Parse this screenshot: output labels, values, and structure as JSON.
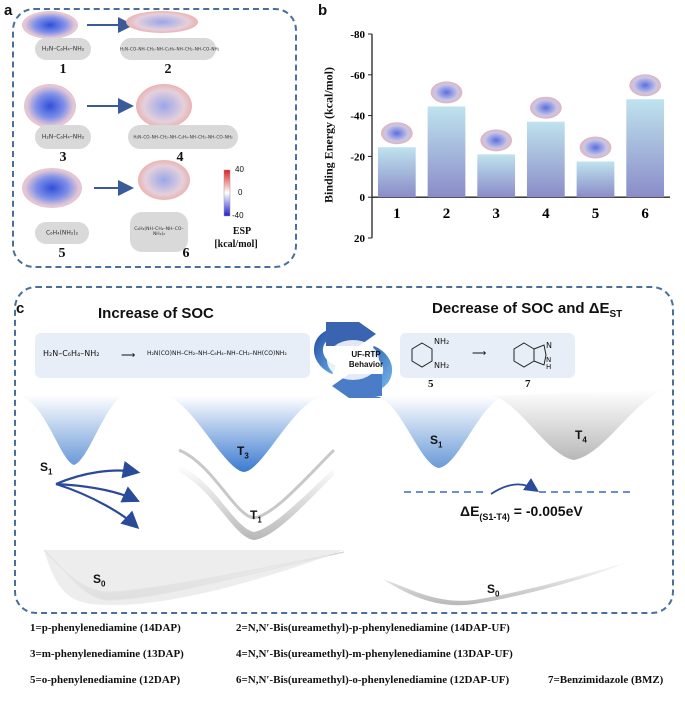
{
  "panel_a": {
    "letter": "a",
    "rows": [
      {
        "left_label": "1",
        "right_label": "2",
        "left_struct": "H₂N–C₆H₄–NH₂",
        "right_struct": "H₂N–CO–NH–CH₂–NH–C₆H₄–NH–CH₂–NH–CO–NH₂"
      },
      {
        "left_label": "3",
        "right_label": "4",
        "left_struct": "H₂N–C₆H₄–NH₂",
        "right_struct": "H₂N–CO–NH–CH₂–NH–C₆H₄–NH–CH₂–NH–CO–NH₂"
      },
      {
        "left_label": "5",
        "right_label": "6",
        "left_struct": "C₆H₄(NH₂)₂",
        "right_struct": "C₆H₄(NH–CH₂–NH–CO–NH₂)₂"
      }
    ],
    "esp": {
      "max": "40",
      "mid": "0",
      "min": "-40",
      "title": "ESP",
      "unit": "[kcal/mol]"
    }
  },
  "panel_b": {
    "letter": "b"
  },
  "chart_data": {
    "type": "bar",
    "categories": [
      "1",
      "2",
      "3",
      "4",
      "5",
      "6"
    ],
    "values": [
      -24.5,
      -44.5,
      -21,
      -37,
      -17.5,
      -48
    ],
    "ylabel": "Binding Energy (kcal/mol)",
    "ylim": [
      20,
      -80
    ],
    "yticks": [
      "-80",
      "-60",
      "-40",
      "-20",
      "0",
      "20"
    ],
    "bar_color_top": "#bfe3ee",
    "bar_color_bottom": "#8a8cc8"
  },
  "panel_c": {
    "letter": "c",
    "left_title": "Increase of SOC",
    "right_title": "Decrease of SOC and ΔE",
    "right_title_sub": "ST",
    "cycle_line1": "UF-RTP",
    "cycle_line2": "Behavior",
    "left_scheme_left": "H₂N–C₆H₄–NH₂",
    "left_scheme_right": "H₂N(CO)NH–CH₂–NH–C₆H₄–NH–CH₂–NH(CO)NH₂",
    "right_scheme_label_left": "5",
    "right_scheme_label_right": "7",
    "right_scheme_nh2": "NH₂",
    "right_scheme_n": "N",
    "right_scheme_nh": "N\nH",
    "states": {
      "s1": "S",
      "t3": "T",
      "t1": "T",
      "s0": "S",
      "s1b": "S",
      "t4": "T",
      "s0b": "S"
    },
    "state_subs": {
      "s1": "1",
      "t3": "3",
      "t1": "1",
      "s0": "0",
      "s1b": "1",
      "t4": "4",
      "s0b": "0"
    },
    "delta_label": "ΔE",
    "delta_sub": "(S1-T4)",
    "delta_value": " = -0.005eV"
  },
  "legend": {
    "row1_col1": "1=p-phenylenediamine (14DAP)",
    "row1_col2": "2=N,N′-Bis(ureamethyl)-p-phenylenediamine (14DAP-UF)",
    "row2_col1": "3=m-phenylenediamine (13DAP)",
    "row2_col2": "4=N,N′-Bis(ureamethyl)-m-phenylenediamine (13DAP-UF)",
    "row3_col1": "5=o-phenylenediamine (12DAP)",
    "row3_col2": "6=N,N′-Bis(ureamethyl)-o-phenylenediamine (12DAP-UF)",
    "row3_col3": "7=Benzimidazole (BMZ)"
  }
}
